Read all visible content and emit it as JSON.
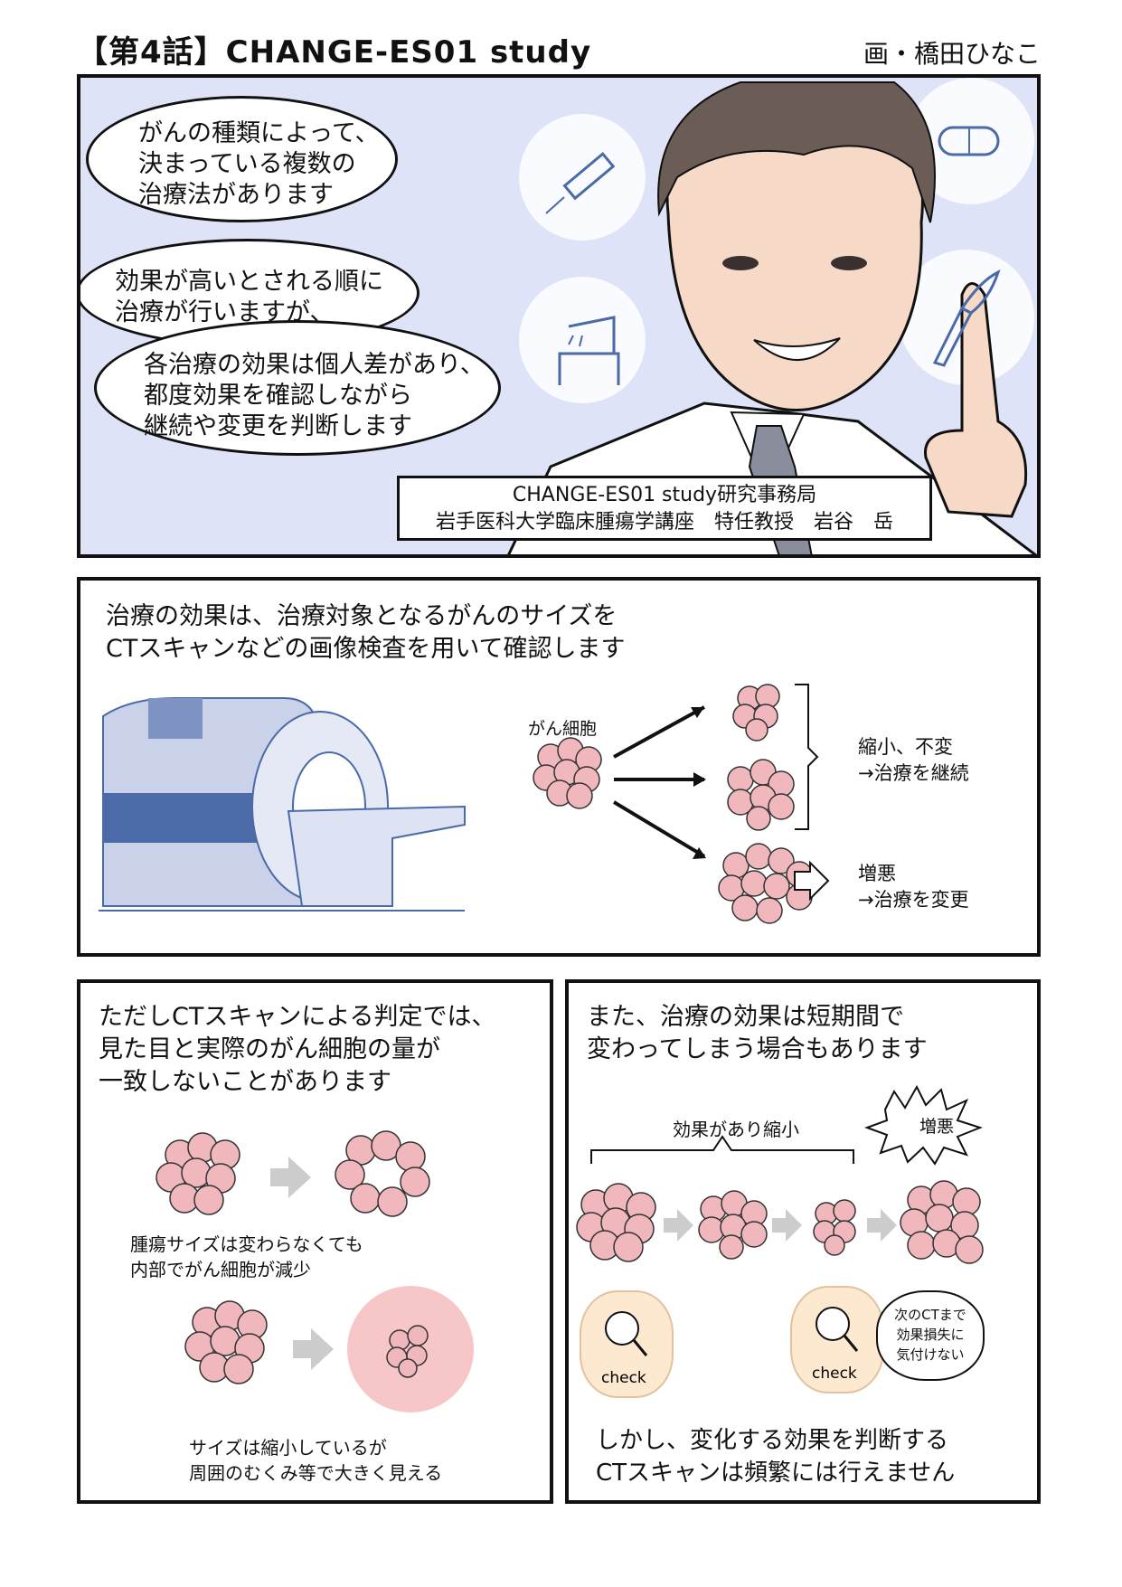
{
  "header": {
    "title": "【第4話】CHANGE-ES01 study",
    "artist": "画・橋田ひなこ"
  },
  "panel1": {
    "bubble1": [
      "がんの種類によって、",
      "決まっている複数の",
      "治療法があります"
    ],
    "bubble2": [
      "効果が高いとされる順に",
      "治療が行いますが、"
    ],
    "bubble3": [
      "各治療の効果は個人差があり、",
      "都度効果を確認しながら",
      "継続や変更を判断します"
    ],
    "caption": [
      "CHANGE-ES01 study研究事務局",
      "岩手医科大学臨床腫瘍学講座　特任教授　岩谷　岳"
    ],
    "icons": [
      "syringe-icon",
      "pill-icon",
      "shower-icon",
      "scalpel-icon"
    ]
  },
  "panel2": {
    "text": [
      "治療の効果は、治療対象となるがんのサイズを",
      "CTスキャンなどの画像検査を用いて確認します"
    ],
    "cell_label": "がん細胞",
    "shrink_label": [
      "縮小、不変",
      "→治療を継続"
    ],
    "worse_label": [
      "増悪",
      "→治療を変更"
    ]
  },
  "panel3": {
    "text": [
      "ただしCTスキャンによる判定では、",
      "見た目と実際のがん細胞の量が",
      "一致しないことがあります"
    ],
    "note1": [
      "腫瘍サイズは変わらなくても",
      "内部でがん細胞が減少"
    ],
    "note2": [
      "サイズは縮小しているが",
      "周囲のむくみ等で大きく見える"
    ]
  },
  "panel4": {
    "text": [
      "また、治療の効果は短期間で",
      "変わってしまう場合もあります"
    ],
    "effect_label": "効果があり縮小",
    "burst_label": "増悪",
    "check_label": "check",
    "missed_label": [
      "次のCTまで",
      "効果損失に",
      "気付けない"
    ],
    "bottom": [
      "しかし、変化する効果を判断する",
      "CTスキャンは頻繁には行えません"
    ]
  },
  "colors": {
    "cell_fill": "#f0b8bc",
    "cell_stroke": "#333333",
    "bg_lavender": "#dfe3f7",
    "check_bg": "#fde8d0",
    "ct_blue": "#4a6aa8",
    "swelling": "#f7c6c8",
    "gray_arrow": "#cccccc"
  }
}
